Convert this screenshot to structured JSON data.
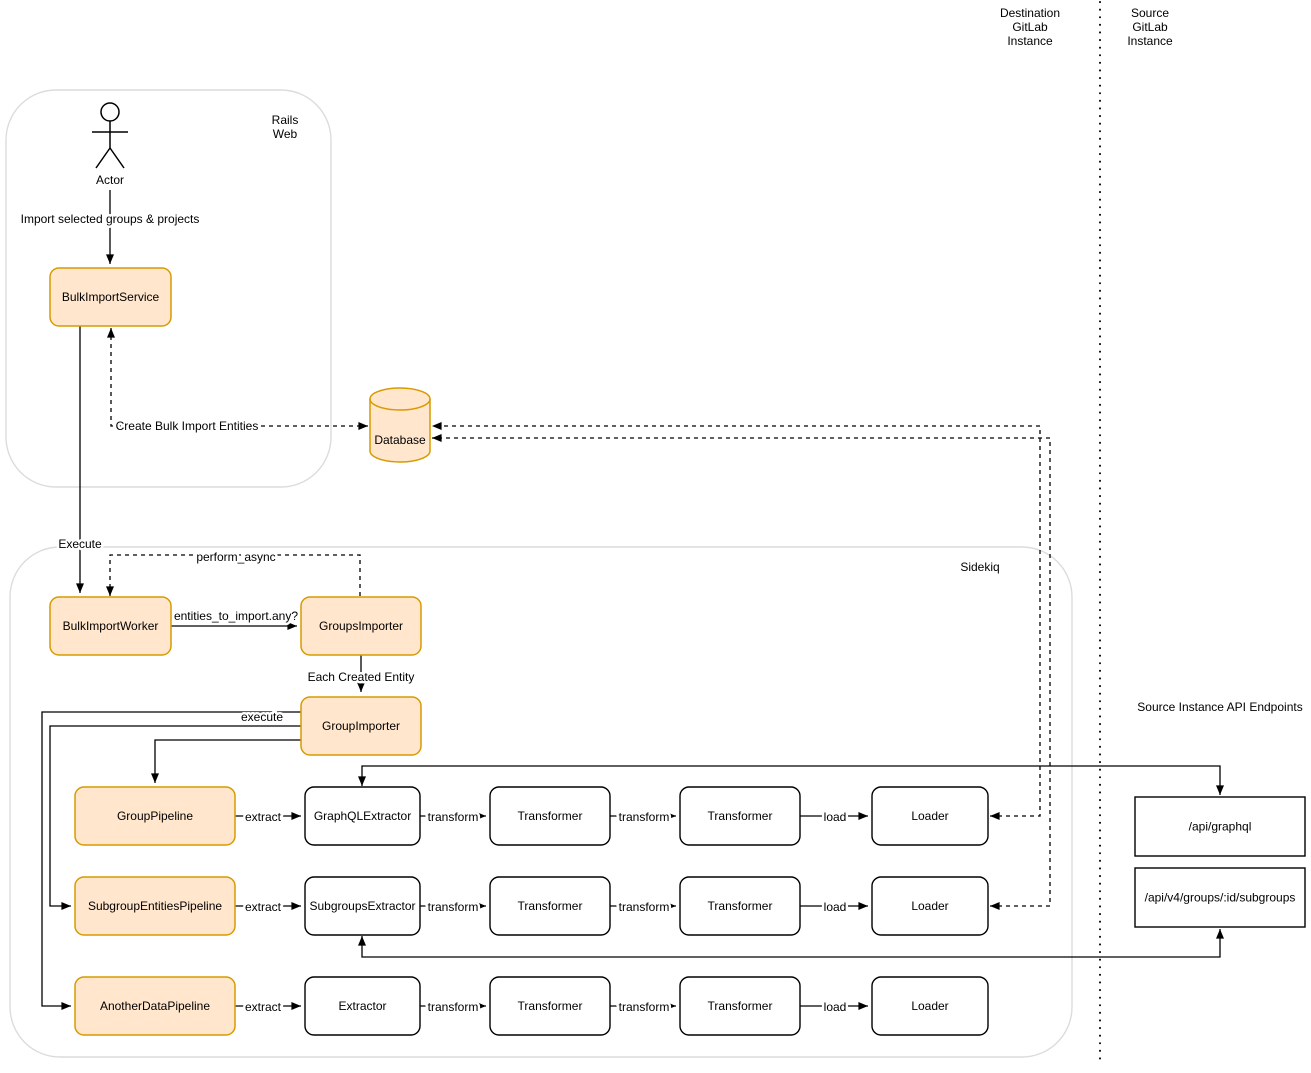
{
  "header": {
    "destination_lane": [
      "Destination",
      "GitLab",
      "Instance"
    ],
    "source_lane": [
      "Source",
      "GitLab",
      "Instance"
    ]
  },
  "containers": {
    "rails_web": [
      "Rails",
      "Web"
    ],
    "sidekiq": "Sidekiq"
  },
  "actor": {
    "label": "Actor"
  },
  "nodes": {
    "bulk_import_service": "BulkImportService",
    "database": "Database",
    "bulk_import_worker": "BulkImportWorker",
    "groups_importer": "GroupsImporter",
    "group_importer": "GroupImporter"
  },
  "pipelines": [
    {
      "name": "GroupPipeline",
      "extractor": "GraphQLExtractor",
      "transformers": [
        "Transformer",
        "Transformer"
      ],
      "loader": "Loader"
    },
    {
      "name": "SubgroupEntitiesPipeline",
      "extractor": "SubgroupsExtractor",
      "transformers": [
        "Transformer",
        "Transformer"
      ],
      "loader": "Loader"
    },
    {
      "name": "AnotherDataPipeline",
      "extractor": "Extractor",
      "transformers": [
        "Transformer",
        "Transformer"
      ],
      "loader": "Loader"
    }
  ],
  "edges": {
    "import_selected": "Import selected groups & projects",
    "create_entities": "Create Bulk Import Entities",
    "execute": "Execute",
    "perform_async": "perform_async",
    "entities_check": "entities_to_import.any?",
    "each_created_entity": "Each Created Entity",
    "execute_lower": "execute",
    "extract": "extract",
    "transform": "transform",
    "load": "load"
  },
  "api": {
    "title": "Source Instance API Endpoints",
    "graphql_endpoint": "/api/graphql",
    "subgroups_endpoint": "/api/v4/groups/:id/subgroups"
  },
  "colors": {
    "highlight_fill": "#FFE6CC",
    "highlight_stroke": "#D79B00",
    "plain_fill": "#FFFFFF",
    "plain_stroke": "#000000",
    "container_stroke": "#DCDCDC"
  }
}
